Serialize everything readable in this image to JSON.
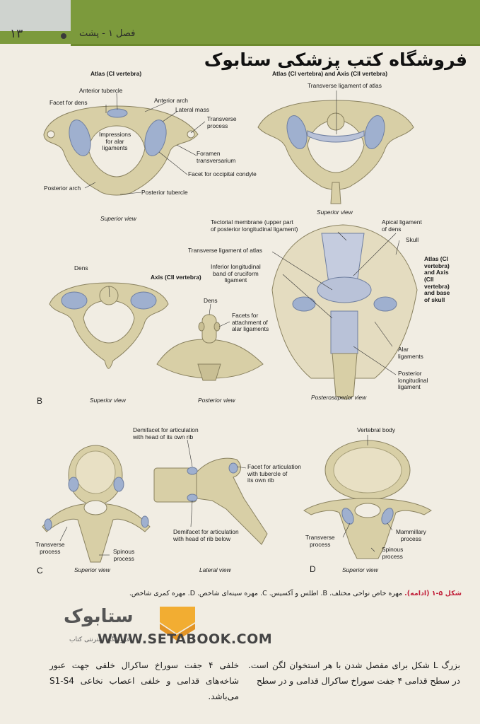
{
  "header": {
    "page_number": "۱۳",
    "chapter": "فصل ۱ - پشت"
  },
  "watermark": {
    "shop_name": "فروشگاه کتب پزشکی ستابوک",
    "url": "WWW.SETABOOK.COM",
    "logo_text": "فروشگاه اینترنتی کتاب"
  },
  "figure": {
    "atlas_title": "Atlas (CI vertebra)",
    "atlas_labels": {
      "anterior_tubercle": "Anterior tubercle",
      "facet_for_dens": "Facet for dens",
      "anterior_arch": "Anterior arch",
      "lateral_mass": "Lateral mass",
      "impressions": "Impressions\nfor alar\nligaments",
      "transverse_process": "Transverse\nprocess",
      "foramen": "Foramen\ntransversarium",
      "facet_occipital": "Facet for occipital condyle",
      "posterior_arch": "Posterior arch",
      "posterior_tubercle": "Posterior tubercle"
    },
    "superior_view": "Superior view",
    "atlas_axis_title": "Atlas (CI vertebra) and Axis (CII vertebra)",
    "transverse_lig_atlas": "Transverse ligament of atlas",
    "tectorial": "Tectorial membrane (upper part\nof posterior longitudinal ligament)",
    "apical": "Apical ligament\nof dens",
    "skull": "Skull",
    "atlas_axis_base": "Atlas (CI\nvertebra)\nand Axis\n(CII\nvertebra)\nand base\nof skull",
    "inferior_band": "Inferior longitudinal\nband of cruciform\nligament",
    "alar": "Alar\nligaments",
    "posterior_long": "Posterior\nlongitudinal\nligament",
    "posterosuperior_view": "Posterosuperior view",
    "dens": "Dens",
    "axis_title": "Axis (CII vertebra)",
    "facets_alar": "Facets for\nattachment of\nalar ligaments",
    "posterior_view": "Posterior view",
    "letter_b": "B",
    "letter_c": "C",
    "letter_d": "D",
    "demifacet_own": "Demifacet for articulation\nwith head of its own rib",
    "facet_tubercle": "Facet for articulation\nwith tubercle of\nits own rib",
    "demifacet_below": "Demifacet for articulation\nwith head of rib below",
    "transverse_process_c": "Transverse\nprocess",
    "spinous_process": "Spinous\nprocess",
    "lateral_view": "Lateral view",
    "vertebral_body": "Vertebral body",
    "mammillary": "Mammillary\nprocess",
    "transverse_process_d": "Transverse\nprocess",
    "spinous_process_d": "Spinous\nprocess"
  },
  "caption": {
    "label": "شکل ۵-۱ (ادامه).",
    "text": " مهره خاص نواحی مختلف. B. اطلس و آکسیس. C. مهره سینه‌ای شاخص. D. مهره کمری شاخص."
  },
  "body": {
    "right": "بزرگ L شکل برای مفصل شدن با هر استخوان لگن است. در سطح قدامی ۴ جفت سوراخ ساکرال قدامی و در سطح",
    "left": "خلفی ۴ جفت سوراخ ساکرال خلفی جهت عبور شاخه‌های قدامی و خلفی اعصاب نخاعی S1-S4 می‌باشد."
  },
  "colors": {
    "bone": "#d8cfa6",
    "bone_dark": "#a8a07a",
    "cartilage": "#9fb0cf",
    "header_green": "#7c9a3c",
    "caption_red": "#c2203a"
  }
}
